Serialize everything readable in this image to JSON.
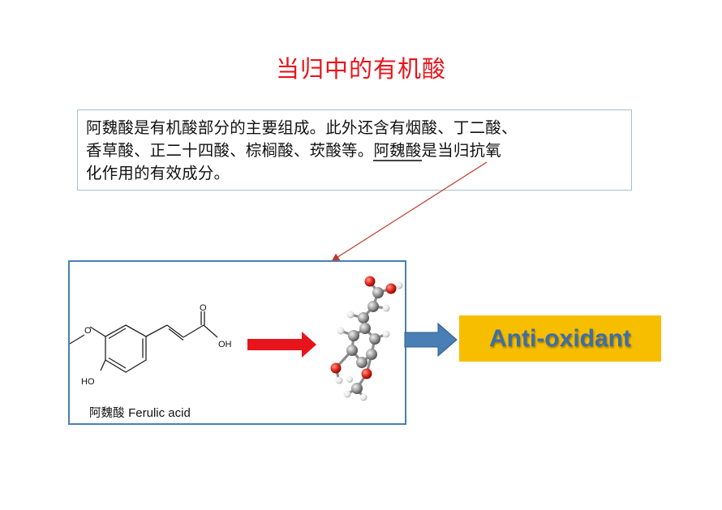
{
  "slide": {
    "title": "当归中的有机酸",
    "textbox": {
      "line1": "阿魏酸是有机酸部分的主要组成。此外还含有烟酸、丁二酸、",
      "line2": "香草酸、正二十四酸、棕榈酸、莰酸等。",
      "line2_underlined": "阿魏酸",
      "line2_tail": "是当归抗氧",
      "line3": "化作用的有效成分。"
    },
    "figure": {
      "caption_cn": "阿魏酸",
      "caption_en": "Ferulic acid",
      "atom_labels": {
        "carbonyl_o": "O",
        "acid_oh": "OH",
        "phenol_ho": "HO"
      }
    },
    "result_label": "Anti-oxidant",
    "colors": {
      "title": "#e8141c",
      "red_arrow": "#e8141c",
      "blue_arrow": "#4a7fb5",
      "result_bg": "#f7be00",
      "result_text": "#3e6ea6"
    }
  }
}
